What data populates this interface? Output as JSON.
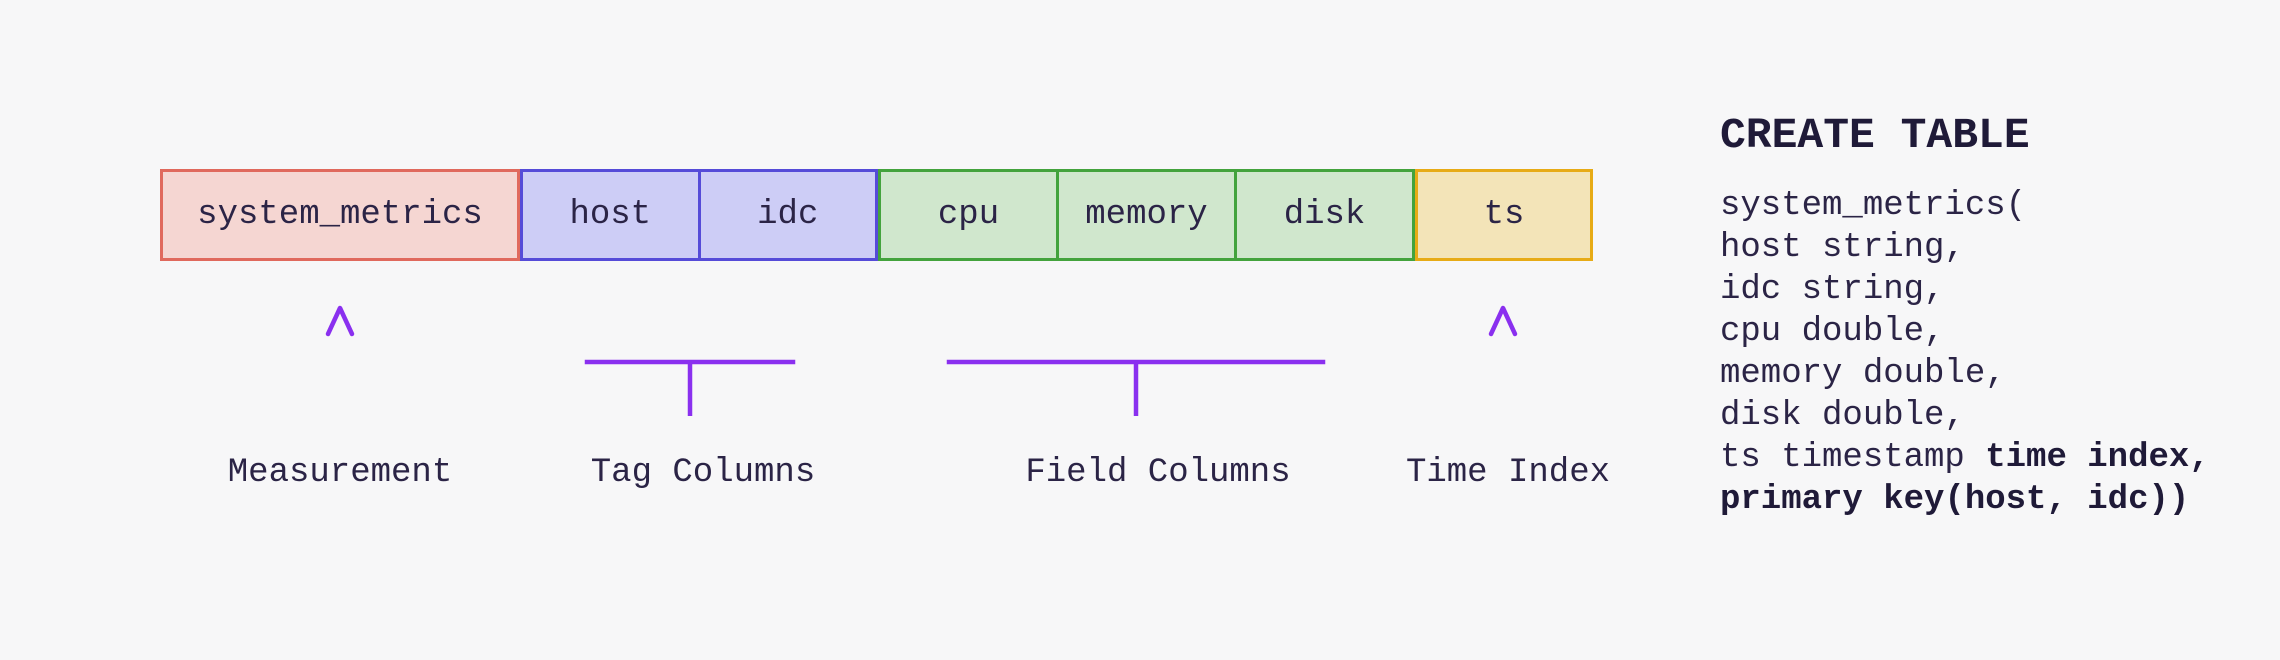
{
  "row": {
    "measurement": "system_metrics",
    "tags": [
      "host",
      "idc"
    ],
    "fields": [
      "cpu",
      "memory",
      "disk"
    ],
    "time": "ts"
  },
  "labels": {
    "measurement": "Measurement",
    "tags": "Tag Columns",
    "fields": "Field Columns",
    "time": "Time Index"
  },
  "code": {
    "title": "CREATE TABLE",
    "lines": [
      {
        "pre": "system_metrics(",
        "bold": ""
      },
      {
        "pre": "host string,",
        "bold": ""
      },
      {
        "pre": "idc string,",
        "bold": ""
      },
      {
        "pre": "cpu double,",
        "bold": ""
      },
      {
        "pre": "memory double,",
        "bold": ""
      },
      {
        "pre": "disk double,",
        "bold": ""
      },
      {
        "pre": "ts timestamp ",
        "bold": "time index,"
      },
      {
        "pre": "",
        "bold": "primary key(host, idc))"
      }
    ]
  },
  "colors": {
    "background": "#f7f7f8",
    "text": "#2b2446",
    "text_bold": "#1f1a38",
    "measurement_fill": "#f5d6d2",
    "measurement_border": "#e0695d",
    "tag_fill": "#cdcdf6",
    "tag_border": "#554bd8",
    "field_fill": "#d0e7cd",
    "field_border": "#43a33d",
    "time_fill": "#f3e4b8",
    "time_border": "#e7ab16",
    "accent_purple": "#8a30ef",
    "accent_purple_light": "#c9b0f5"
  }
}
